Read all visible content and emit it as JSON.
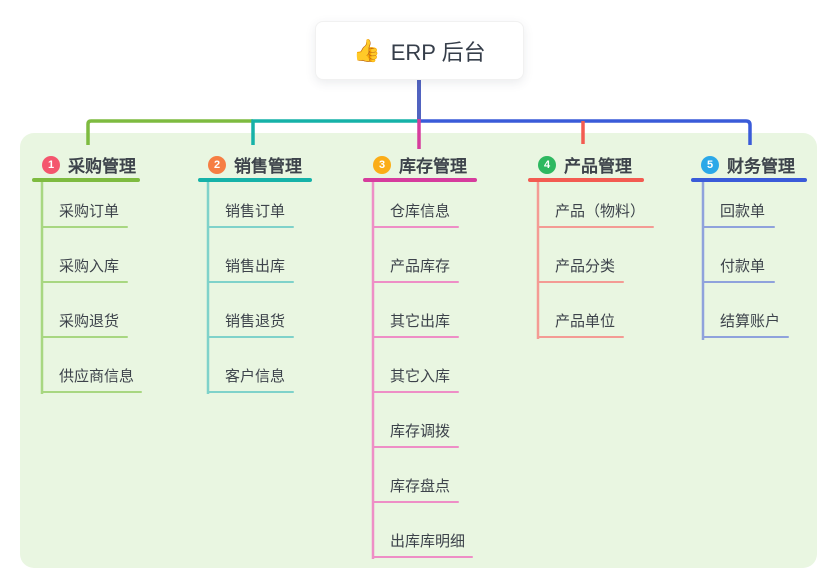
{
  "root": {
    "icon": "👍",
    "title": "ERP 后台"
  },
  "colors": {
    "page_background": "#ffffff",
    "panel_background": "#e9f6e1",
    "root_connector": "#5163c0",
    "node_text": "#3d434b"
  },
  "branches": [
    {
      "index": "1",
      "label": "采购管理",
      "badge_color": "#f4566e",
      "line_color": "#7ebb40",
      "tint_color": "#a8d781",
      "children": [
        "采购订单",
        "采购入库",
        "采购退货",
        "供应商信息"
      ]
    },
    {
      "index": "2",
      "label": "销售管理",
      "badge_color": "#f67e43",
      "line_color": "#16b2a8",
      "tint_color": "#7fd2ca",
      "children": [
        "销售订单",
        "销售出库",
        "销售退货",
        "客户信息"
      ]
    },
    {
      "index": "3",
      "label": "库存管理",
      "badge_color": "#fbad17",
      "line_color": "#d63c9d",
      "tint_color": "#ee8ec6",
      "children": [
        "仓库信息",
        "产品库存",
        "其它出库",
        "其它入库",
        "库存调拨",
        "库存盘点",
        "出库库明细"
      ]
    },
    {
      "index": "4",
      "label": "产品管理",
      "badge_color": "#2eb860",
      "line_color": "#f35b51",
      "tint_color": "#f49b94",
      "children": [
        "产品（物料）",
        "产品分类",
        "产品单位"
      ]
    },
    {
      "index": "5",
      "label": "财务管理",
      "badge_color": "#2ba8e8",
      "line_color": "#3a5bd9",
      "tint_color": "#8fa2dc",
      "children": [
        "回款单",
        "付款单",
        "结算账户"
      ]
    }
  ]
}
